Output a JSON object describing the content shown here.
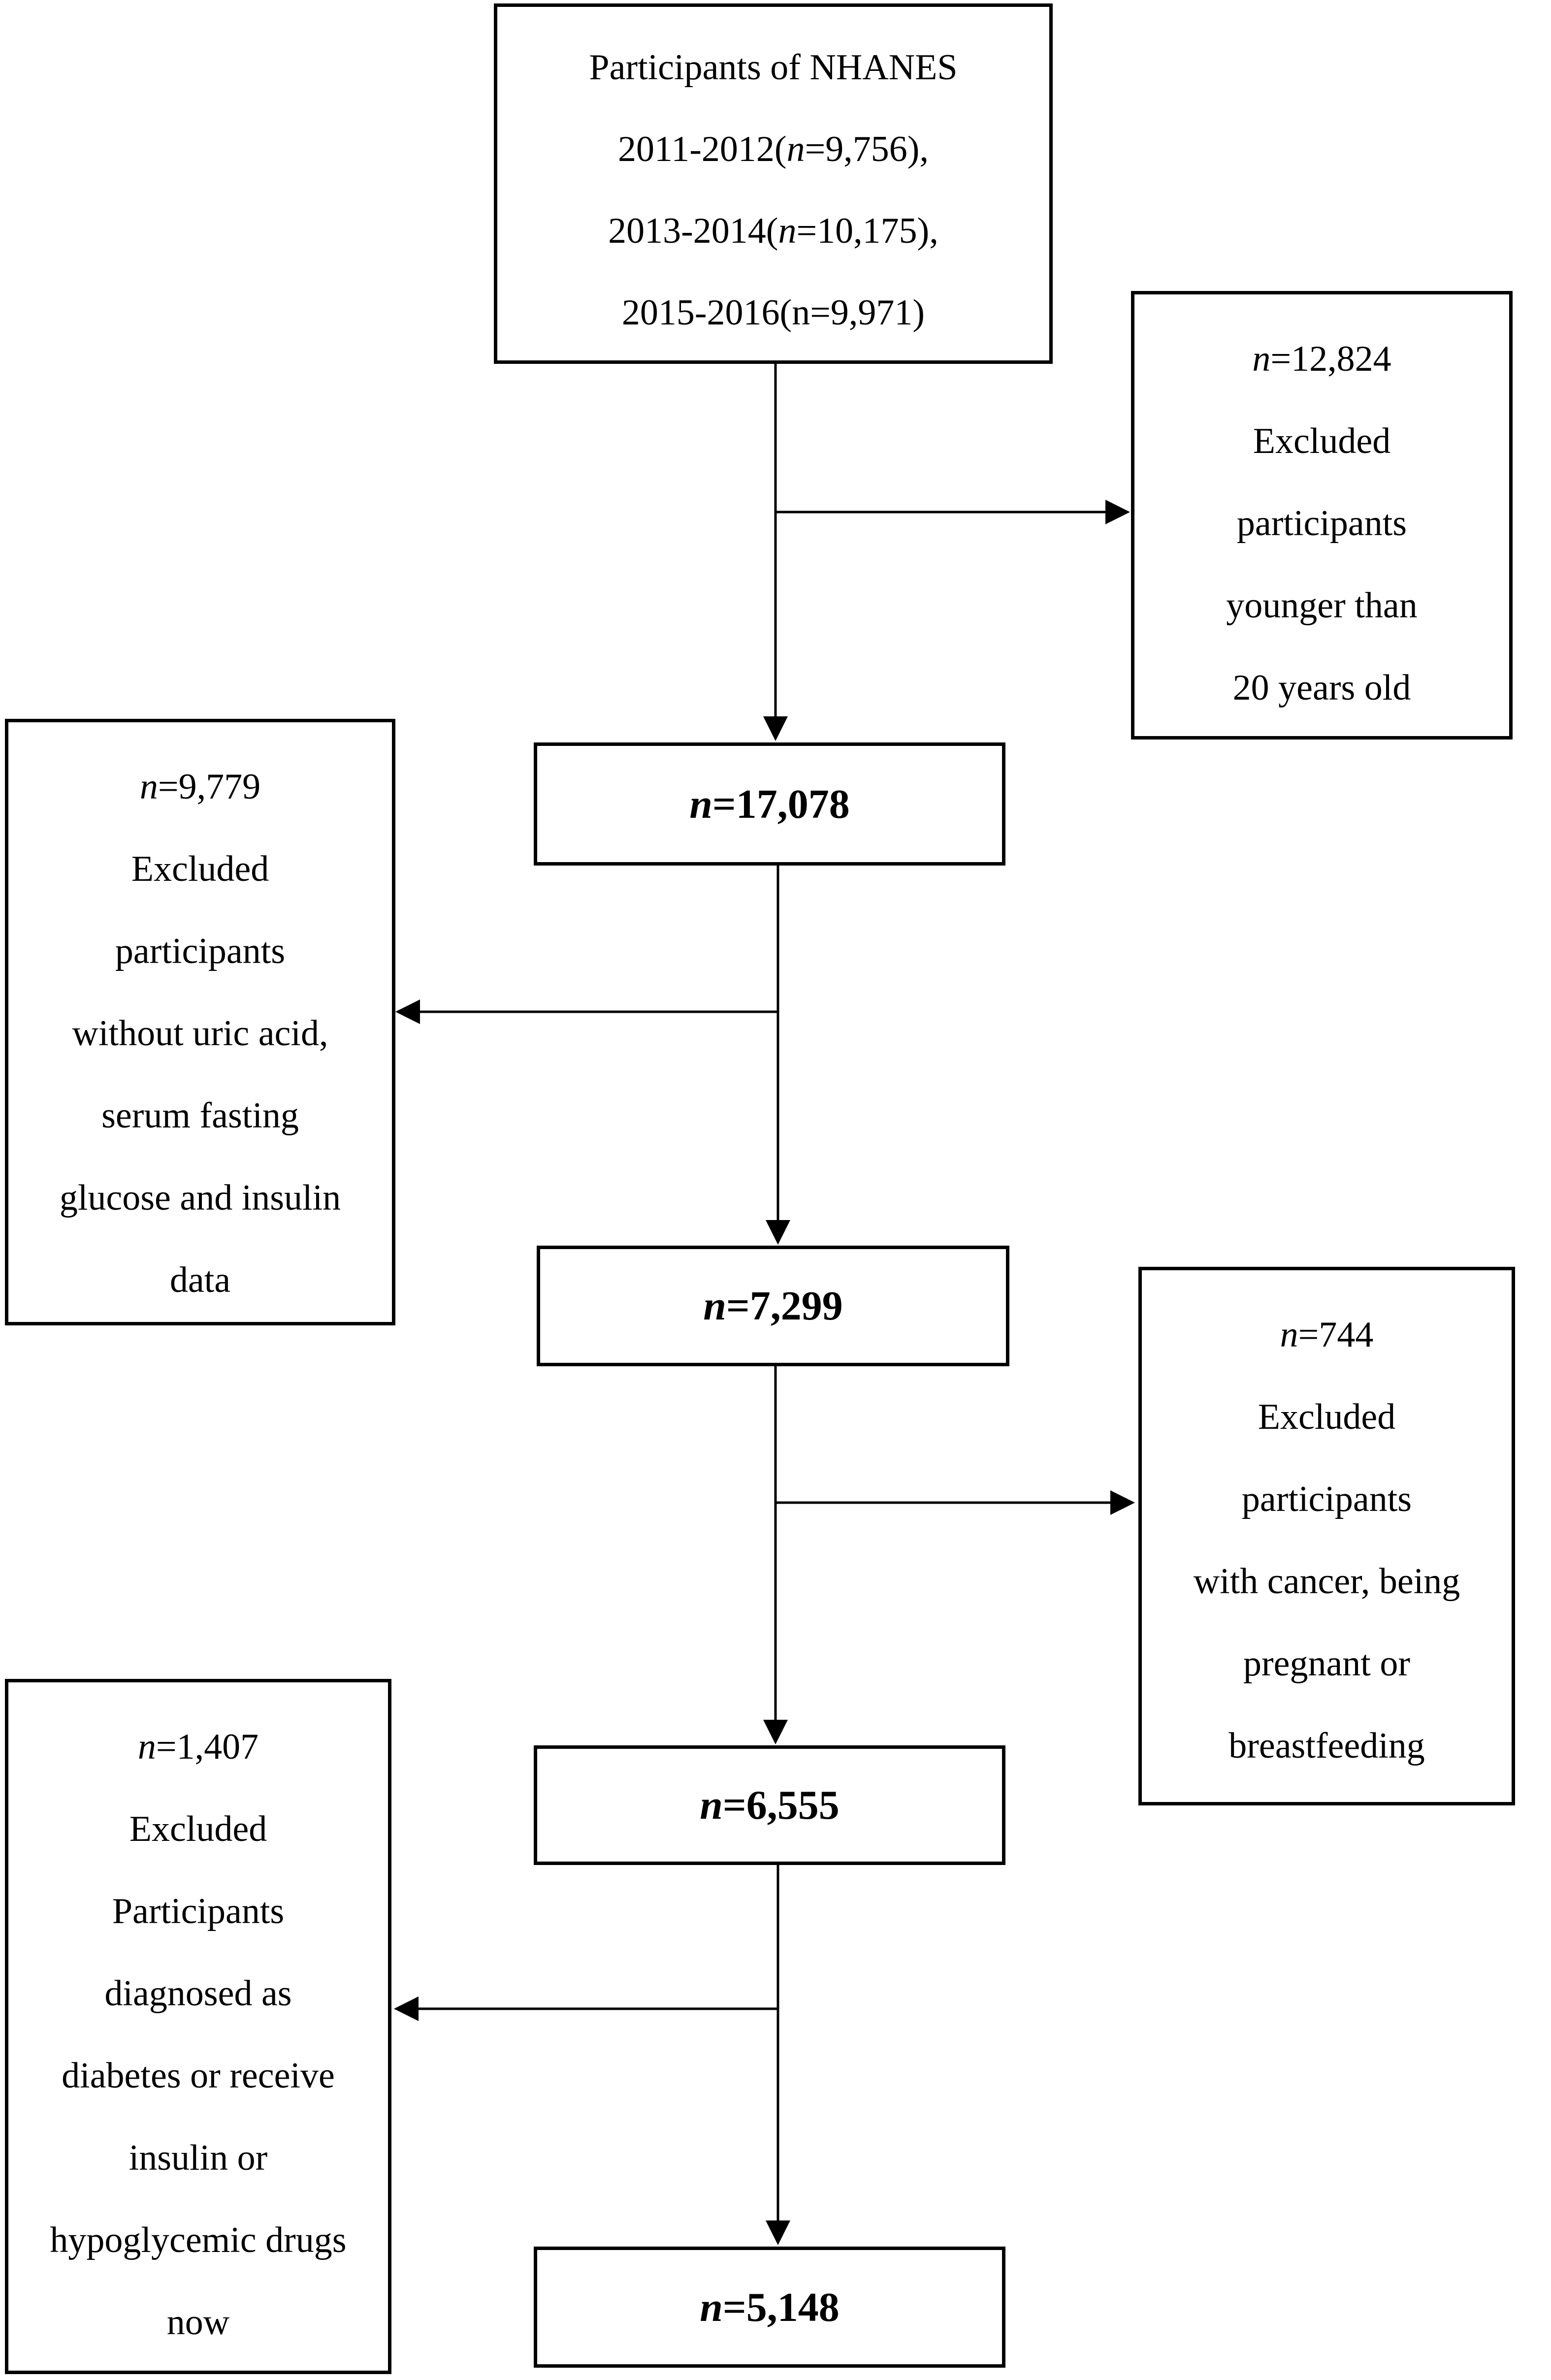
{
  "source_box": {
    "line1": "Participants of NHANES",
    "line2_pre": "2011-2012(",
    "line2_n": "n",
    "line2_post": "=9,756),",
    "line3_pre": "2013-2014(",
    "line3_n": "n",
    "line3_post": "=10,175),",
    "line4": "2015-2016(n=9,971)"
  },
  "steps": [
    {
      "n": "n",
      "count": "=17,078"
    },
    {
      "n": "n",
      "count": "=7,299"
    },
    {
      "n": "n",
      "count": "=6,555"
    },
    {
      "n": "n",
      "count": "=5,148"
    }
  ],
  "exclusions": [
    {
      "n": "n",
      "count": "=12,824",
      "lines": [
        "Excluded",
        "participants",
        "younger than",
        "20 years old"
      ]
    },
    {
      "n": "n",
      "count": "=9,779",
      "lines": [
        "Excluded",
        "participants",
        "without uric acid,",
        "serum fasting",
        "glucose and insulin",
        "data"
      ]
    },
    {
      "n": "n",
      "count": "=744",
      "lines": [
        "Excluded",
        "participants",
        "with cancer, being",
        "pregnant or",
        "breastfeeding"
      ]
    },
    {
      "n": "n",
      "count": "=1,407",
      "lines": [
        "Excluded",
        "Participants",
        "diagnosed as",
        "diabetes or receive",
        "insulin or",
        "hypoglycemic drugs",
        "now"
      ]
    }
  ]
}
